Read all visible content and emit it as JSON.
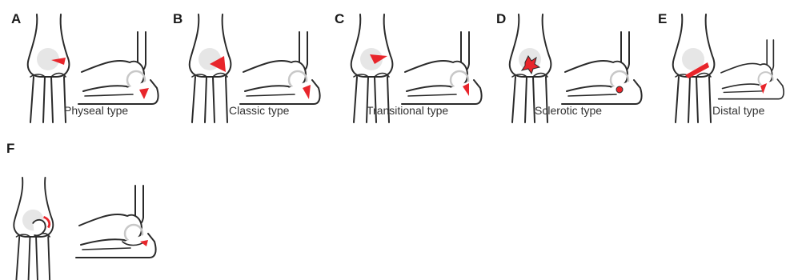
{
  "panels": [
    {
      "letter": "A",
      "caption": "Physeal type",
      "lesion": "red-wedge-physeal-icon"
    },
    {
      "letter": "B",
      "caption": "Classic type",
      "lesion": "red-wedge-classic-icon"
    },
    {
      "letter": "C",
      "caption": "Transitional type",
      "lesion": "red-wedge-transitional-icon"
    },
    {
      "letter": "D",
      "caption": "Sclerotic type",
      "lesion": "red-sclerotic-focus-icon"
    },
    {
      "letter": "E",
      "caption": "Distal type",
      "lesion": "red-wedge-distal-icon"
    },
    {
      "letter": "F",
      "caption": "",
      "lesion": "red-articular-defect-icon"
    }
  ],
  "colors": {
    "lesion": "#e8252b",
    "outline": "#2a2a2a",
    "shadow": "#e6e6e6",
    "background": "#ffffff"
  }
}
